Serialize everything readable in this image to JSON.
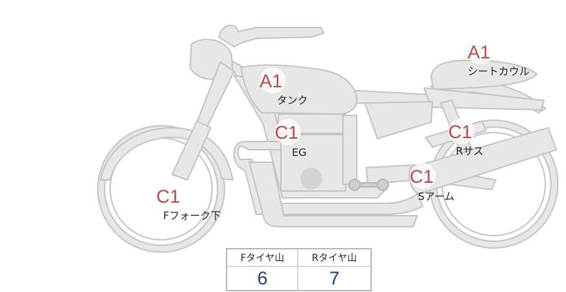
{
  "labels": {
    "tank": {
      "grade": "A1",
      "part": "タンク"
    },
    "seat_cowl": {
      "grade": "A1",
      "part": "シートカウル"
    },
    "engine": {
      "grade": "C1",
      "part": "EG"
    },
    "rear_suspension": {
      "grade": "C1",
      "part": "Rサス"
    },
    "swing_arm": {
      "grade": "C1",
      "part": "Sアーム"
    },
    "front_fork": {
      "grade": "C1",
      "part": "Fフォーク下"
    }
  },
  "tire_table": {
    "headers": [
      "Fタイヤ山",
      "Rタイヤ山"
    ],
    "values": [
      "6",
      "7"
    ]
  },
  "colors": {
    "bike_fill": "#e7e7e7",
    "bike_stroke": "#c4c4c4",
    "grade": "#b94a48",
    "tire_value": "#1f3d7a"
  }
}
